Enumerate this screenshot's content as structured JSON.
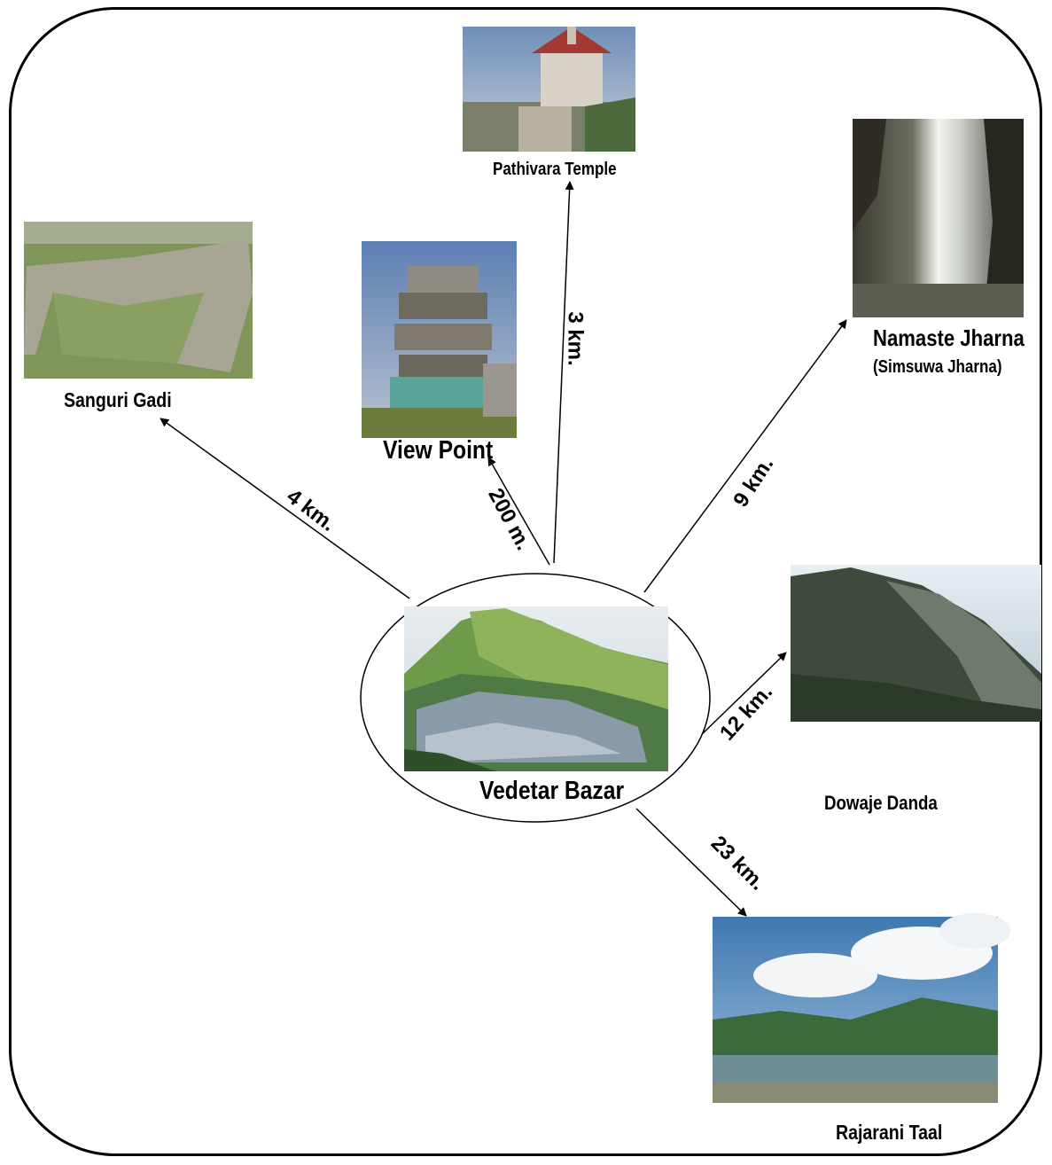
{
  "center": {
    "name": "Vedetar Bazar"
  },
  "destinations": [
    {
      "key": "pathivara",
      "name": "Pathivara Temple",
      "distance": "3 km."
    },
    {
      "key": "viewpoint",
      "name": "View Point",
      "distance": "200 m."
    },
    {
      "key": "sanguri",
      "name": "Sanguri Gadi",
      "distance": "4 km."
    },
    {
      "key": "namaste",
      "name": "Namaste Jharna",
      "subname": "(Simsuwa Jharna)",
      "distance": "9 km."
    },
    {
      "key": "dowaje",
      "name": "Dowaje Danda",
      "distance": "12 km."
    },
    {
      "key": "rajarani",
      "name": "Rajarani Taal",
      "distance": "23 km."
    }
  ]
}
